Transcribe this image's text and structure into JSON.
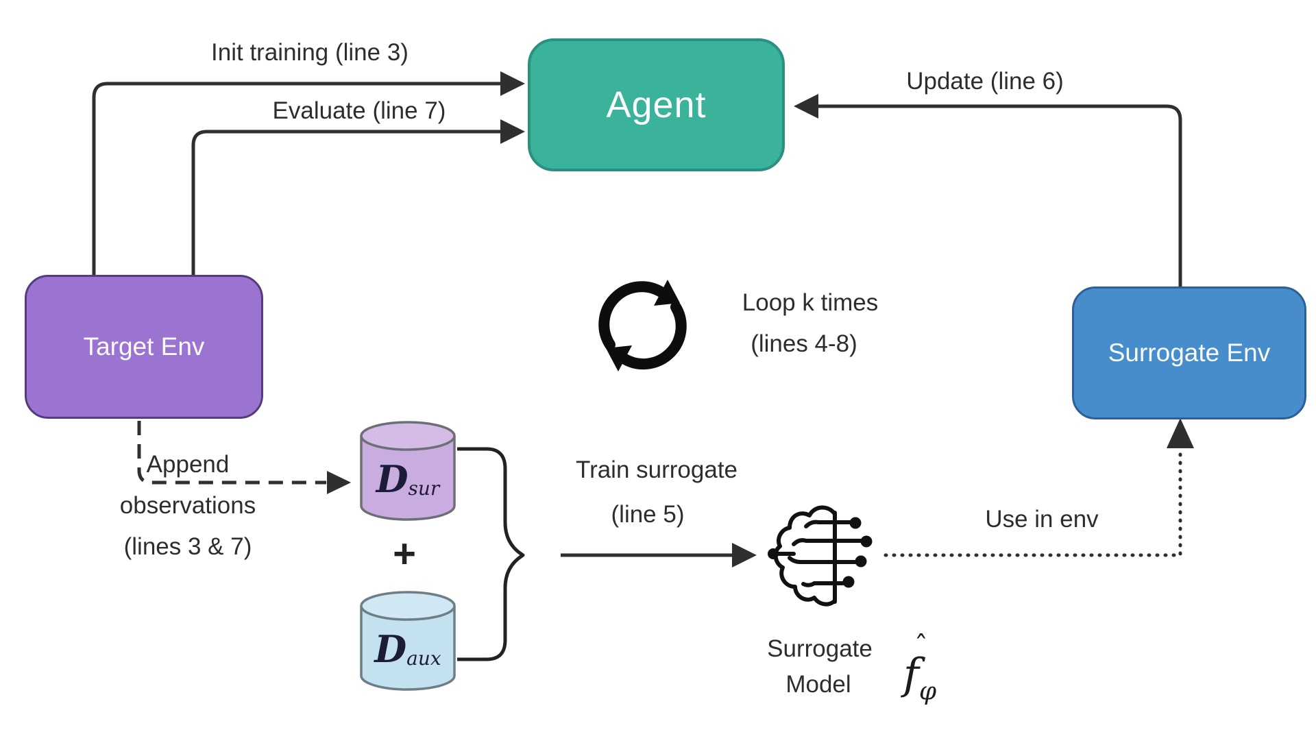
{
  "nodes": {
    "agent": {
      "label": "Agent",
      "fill": "#3bb39a",
      "border": "#2a9181"
    },
    "target_env": {
      "label": "Target Env",
      "fill": "#9b74d1",
      "border": "#553a7d"
    },
    "surrogate_env": {
      "label": "Surrogate Env",
      "fill": "#478dcb",
      "border": "#2c5f96"
    },
    "dataset_sur": {
      "symbol": "D",
      "subscript": "sur",
      "fill": "#c9ace0",
      "top_fill": "#d4bce7",
      "stroke": "#6e6e78"
    },
    "dataset_aux": {
      "symbol": "D",
      "subscript": "aux",
      "fill": "#c3e1ef",
      "top_fill": "#cfe8f3",
      "stroke": "#6e7e86"
    },
    "plus_sign": "+",
    "surrogate_model": {
      "label_line1": "Surrogate",
      "label_line2": "Model",
      "f": "f",
      "hat": "ˆ",
      "phi_subscript": "φ"
    }
  },
  "labels": {
    "init_training": "Init training (line 3)",
    "evaluate": "Evaluate (line 7)",
    "update": "Update (line 6)",
    "loop_line1": "Loop k times",
    "loop_line2": "(lines 4-8)",
    "append_line1": "Append",
    "append_line2": "observations",
    "append_line3": "(lines 3 & 7)",
    "train_line1": "Train surrogate",
    "train_line2": "(line 5)",
    "use_in_env": "Use in env"
  },
  "colors": {
    "line": "#2f2f2f",
    "loop_icon": "#0d0d0d",
    "text": "#2d2d2d",
    "dataset_label": "#1c1c38",
    "background": "#ffffff"
  }
}
